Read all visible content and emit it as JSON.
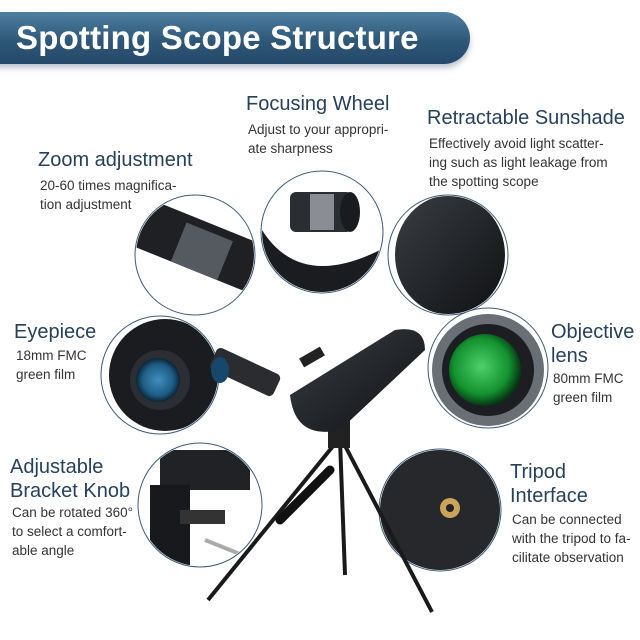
{
  "title": "Spotting Scope Structure",
  "features": [
    {
      "name": "Focusing Wheel",
      "desc": [
        "Adjust to your appropri-",
        "ate sharpness"
      ]
    },
    {
      "name": "Retractable Sunshade",
      "desc": [
        "Effectively avoid light scatter-",
        "ing such as light leakage from",
        "the spotting scope"
      ]
    },
    {
      "name": "Zoom adjustment",
      "desc": [
        "20-60 times magnifica-",
        "tion adjustment"
      ]
    },
    {
      "name": "Eyepiece",
      "desc": [
        "18mm FMC",
        "green film"
      ]
    },
    {
      "name": [
        "Objective",
        "lens"
      ],
      "desc": [
        "80mm FMC",
        "green film"
      ]
    },
    {
      "name": [
        "Adjustable",
        "Bracket Knob"
      ],
      "desc": [
        "Can be rotated 360°",
        "to select a comfort-",
        "able angle"
      ]
    },
    {
      "name": [
        "Tripod",
        "Interface"
      ],
      "desc": [
        "Can be connected",
        "with the tripod to fa-",
        "cilitate observation"
      ]
    }
  ]
}
